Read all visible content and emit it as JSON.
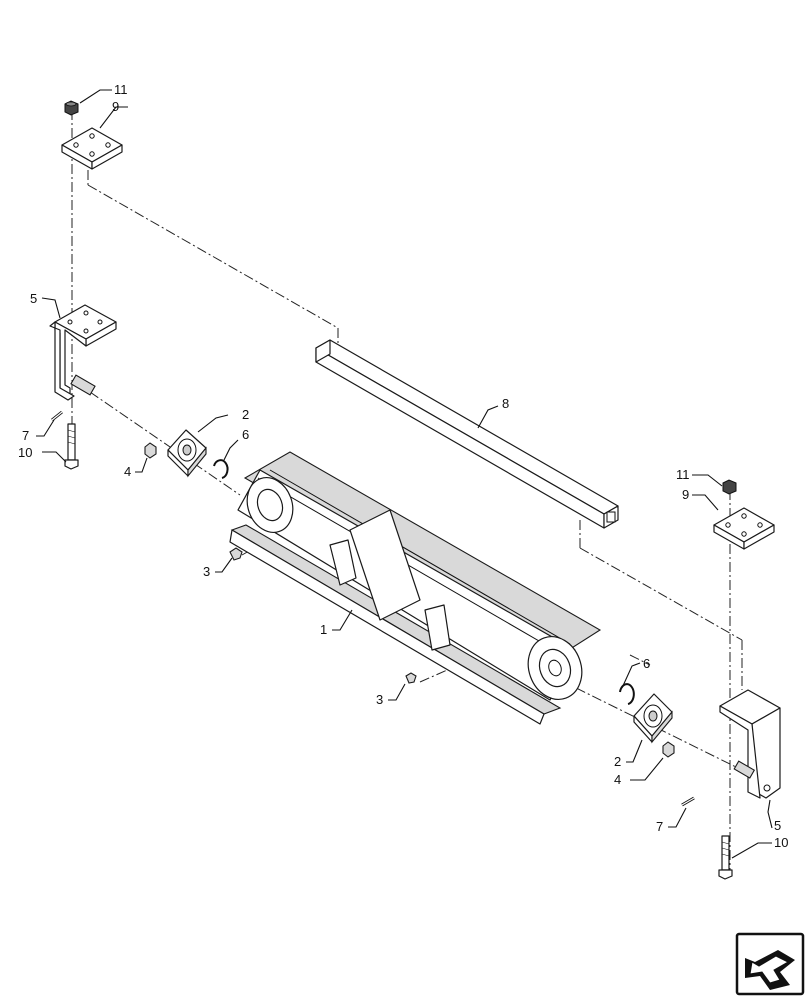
{
  "callouts": {
    "c1": "1",
    "c2a": "2",
    "c2b": "2",
    "c3a": "3",
    "c3b": "3",
    "c4a": "4",
    "c4b": "4",
    "c5a": "5",
    "c5b": "5",
    "c6a": "6",
    "c6b": "6",
    "c7a": "7",
    "c7b": "7",
    "c8": "8",
    "c9a": "9",
    "c9b": "9",
    "c10a": "10",
    "c10b": "10",
    "c11a": "11",
    "c11b": "11"
  },
  "nav_icon": "return-arrow-icon"
}
